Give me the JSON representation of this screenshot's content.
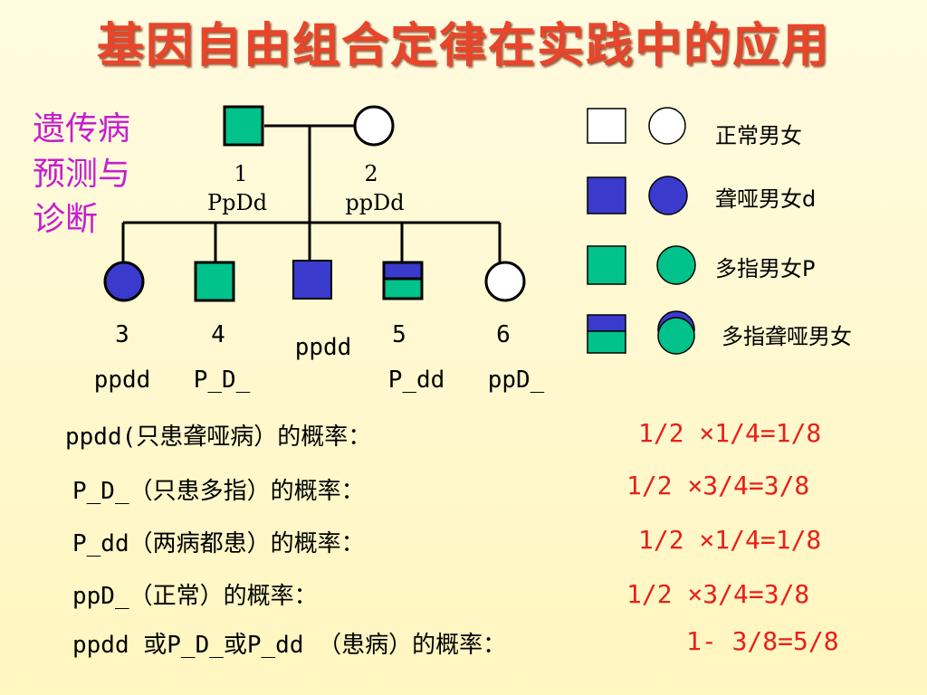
{
  "title": "基因自由组合定律在实践中的应用",
  "side_title": [
    "遗传病",
    "预测与",
    "诊断"
  ],
  "parents": [
    {
      "number": "1",
      "genotype": "PpDd"
    },
    {
      "number": "2",
      "genotype": "ppDd"
    }
  ],
  "children": [
    {
      "number": "3",
      "genotype": "ppdd"
    },
    {
      "number": "4",
      "genotype": "P_D_"
    },
    {
      "number": "",
      "genotype": "ppdd"
    },
    {
      "number": "5",
      "genotype": "P_dd"
    },
    {
      "number": "6",
      "genotype": "ppD_"
    }
  ],
  "legend": [
    {
      "label": "正常男女"
    },
    {
      "label": "聋哑男女d"
    },
    {
      "label": "多指男女P"
    },
    {
      "label": "多指聋哑男女"
    }
  ],
  "colors": {
    "normal": "#ffffff",
    "deaf": "#3a3acc",
    "poly": "#00c28a",
    "title": "#e8452a",
    "side_title": "#c51ecf",
    "answer": "#e8201a"
  },
  "rows": [
    {
      "question": "ppdd(只患聋哑病）的概率：",
      "answer": "1/2 ×1/4=1/8"
    },
    {
      "question": "P_D_（只患多指）的概率：",
      "answer": "1/2 ×3/4=3/8"
    },
    {
      "question": "P_dd（两病都患）的概率：",
      "answer": "1/2 ×1/4=1/8"
    },
    {
      "question": "ppD_（正常）的概率：",
      "answer": "1/2 ×3/4=3/8"
    },
    {
      "question": "ppdd 或P_D_或P_dd （患病）的概率：",
      "answer": "1- 3/8=5/8"
    }
  ]
}
